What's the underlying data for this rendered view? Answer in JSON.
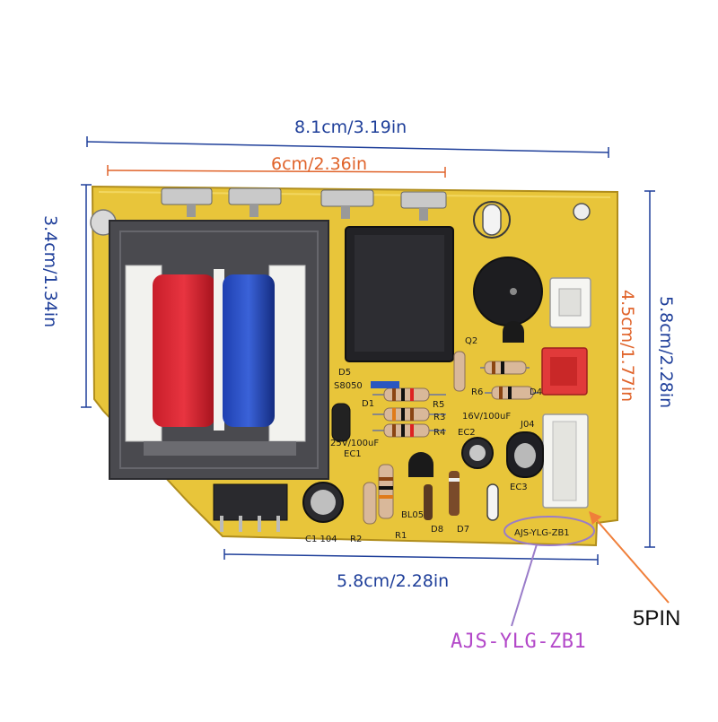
{
  "dimensions": {
    "total_width": "8.1cm/3.19in",
    "inner_width": "6cm/2.36in",
    "bottom_width": "5.8cm/2.28in",
    "left_height": "3.4cm/1.34in",
    "inner_height": "4.5cm/1.77in",
    "total_height": "5.8cm/2.28in"
  },
  "callouts": {
    "model": "AJS-YLG-ZB1",
    "connector": "5PIN"
  },
  "board_silkscreen": {
    "model_print": "AJS-YLG-ZB1",
    "refs": [
      "D5",
      "D1",
      "R5",
      "R3",
      "R4",
      "EC1",
      "EC2",
      "EC3",
      "R6",
      "Q2",
      "D4",
      "C1 104",
      "R2",
      "R1",
      "D8",
      "D7",
      "J04",
      "S8050",
      "BL05"
    ],
    "values": [
      "25V/100uF",
      "16V/100uF"
    ]
  },
  "colors": {
    "board": "#e8c53a",
    "dimension_blue": "#1f3f9a",
    "dimension_orange": "#e0632a",
    "model_purple": "#b348c9",
    "arrow_orange": "#f07f3a"
  }
}
